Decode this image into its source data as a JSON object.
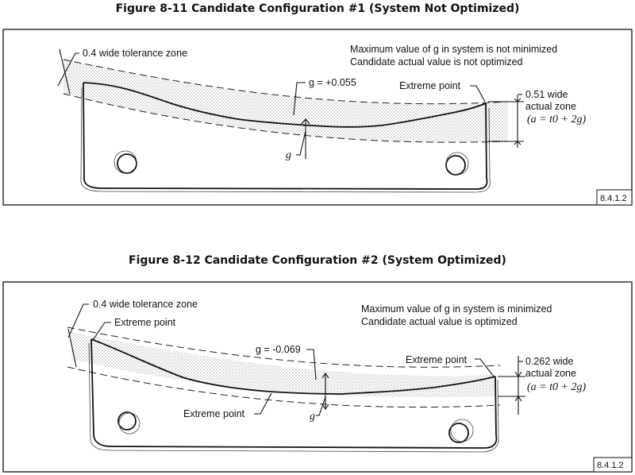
{
  "figure1": {
    "title": "Figure 8-11 Candidate Configuration #1 (System Not Optimized)",
    "tolerance_zone_label": "0.4 wide tolerance zone",
    "note_line1": "Maximum value of g in system is not minimized",
    "note_line2": "Candidate actual value is not optimized",
    "g_value_label": "g = +0.055",
    "g_label": "g",
    "extreme_point_label": "Extreme point",
    "actual_zone_line1": "0.51 wide",
    "actual_zone_line2": "actual zone",
    "formula": "(a = t0 + 2g)",
    "ref": "8.4.1.2"
  },
  "figure2": {
    "title": "Figure 8-12 Candidate Configuration #2 (System Optimized)",
    "tolerance_zone_label": "0.4 wide tolerance zone",
    "extreme_point_left_label": "Extreme point",
    "note_line1": "Maximum value of g in system is minimized",
    "note_line2": "Candidate actual value is optimized",
    "g_value_label": "g = -0.069",
    "extreme_point_right_label": "Extreme point",
    "extreme_point_bottom_label": "Extreme point",
    "g_label": "g",
    "actual_zone_line1": "0.262 wide",
    "actual_zone_line2": "actual zone",
    "formula": "(a = t0 + 2g)",
    "ref": "8.4.1.2"
  }
}
